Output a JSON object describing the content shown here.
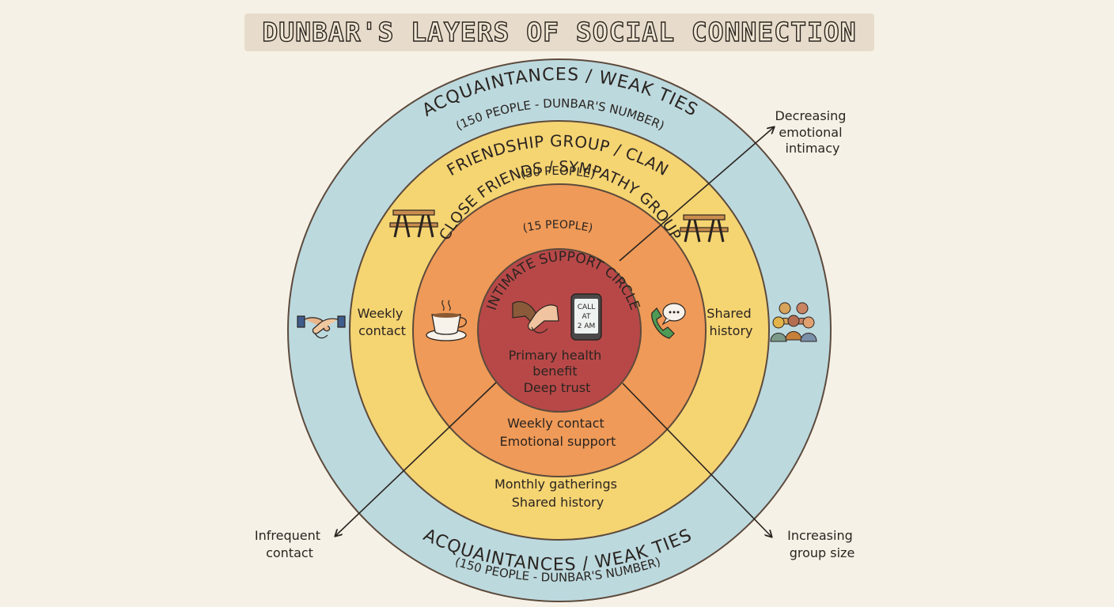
{
  "title": "DUNBAR'S LAYERS OF SOCIAL CONNECTION",
  "rings": {
    "outer": {
      "top_title": "ACQUAINTANCES / WEAK TIES",
      "top_sub": "(150 PEOPLE - DUNBAR'S NUMBER)",
      "bottom_title": "ACQUAINTANCES / WEAK TIES",
      "bottom_sub": "(150 PEOPLE - DUNBAR'S NUMBER)",
      "color": "#bcd9de"
    },
    "friendship": {
      "title": "FRIENDSHIP GROUP / CLAN",
      "sub": "(50 PEOPLE)",
      "left_note": [
        "Weekly",
        "contact"
      ],
      "right_note": [
        "Shared",
        "history"
      ],
      "bottom_note": [
        "Monthly gatherings",
        "Shared history"
      ],
      "color": "#f5d472"
    },
    "close": {
      "title": "CLOSE FRIENDS / SYMPATHY GROUP",
      "sub": "(15 PEOPLE)",
      "bottom_note": [
        "Weekly contact",
        "Emotional support"
      ],
      "color": "#ef9a58"
    },
    "intimate": {
      "title": "INTIMATE SUPPORT CIRCLE",
      "notes": [
        "Primary health",
        "benefit",
        "Deep trust"
      ],
      "phone_text": [
        "CALL",
        "AT",
        "2 AM"
      ],
      "color": "#b84848"
    }
  },
  "arrows": {
    "top_right": [
      "Decreasing",
      "emotional",
      "intimacy"
    ],
    "bottom_left": [
      "Infrequent",
      "contact"
    ],
    "bottom_right": [
      "Increasing",
      "group size"
    ]
  },
  "icons": [
    "handshake-icon",
    "picnic-table-icon",
    "coffee-cup-icon",
    "holding-hands-icon",
    "phone-icon",
    "phone-call-icon",
    "group-icon"
  ]
}
